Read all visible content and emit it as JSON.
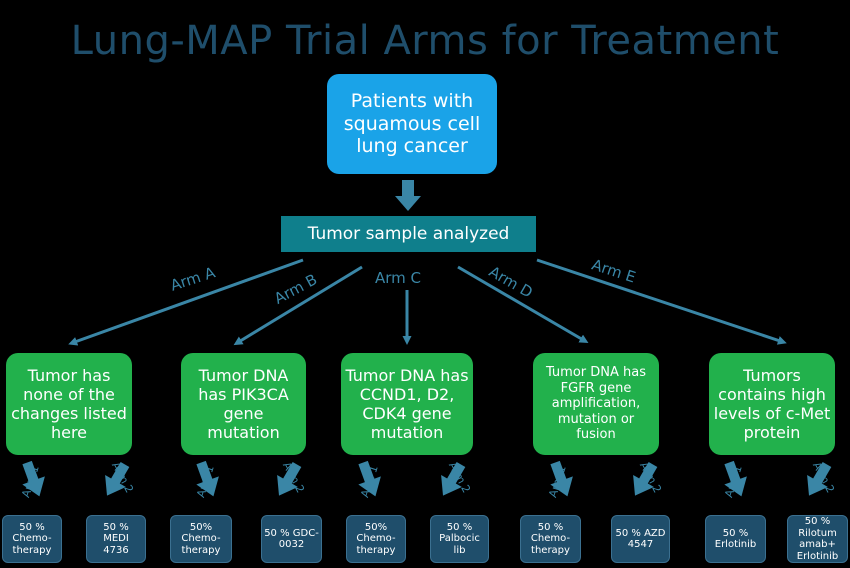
{
  "title": "Lung-MAP Trial Arms for Treatment",
  "root": "Patients with squamous cell lung cancer",
  "analyzed": "Tumor sample analyzed",
  "colors": {
    "title": "#1F4E6B",
    "root_box": "#1AA3E8",
    "analyzed_box": "#0F7F8C",
    "group_box": "#22B14C",
    "leaf_box": "#1F4E6B",
    "arrow": "#3A86A6",
    "background": "#000000"
  },
  "arms": [
    {
      "label": "Arm A",
      "description": "Tumor has none of the changes listed here",
      "sub_arms": [
        {
          "label": "Arm 1",
          "treatment": "50 % Chemo-therapy"
        },
        {
          "label": "Arm 2",
          "treatment": "50 % MEDI 4736"
        }
      ]
    },
    {
      "label": "Arm B",
      "description": "Tumor DNA has PIK3CA gene mutation",
      "sub_arms": [
        {
          "label": "Arm 1",
          "treatment": "50% Chemo-therapy"
        },
        {
          "label": "Arm 2",
          "treatment": "50 % GDC-0032"
        }
      ]
    },
    {
      "label": "Arm C",
      "description": "Tumor DNA has CCND1, D2, CDK4 gene mutation",
      "sub_arms": [
        {
          "label": "Arm 1",
          "treatment": "50% Chemo-therapy"
        },
        {
          "label": "Arm 2",
          "treatment": "50 % Palbocic lib"
        }
      ]
    },
    {
      "label": "Arm D",
      "description": "Tumor DNA has FGFR gene amplification, mutation or fusion",
      "sub_arms": [
        {
          "label": "Arm 1",
          "treatment": "50 % Chemo-therapy"
        },
        {
          "label": "Arm 2",
          "treatment": "50 % AZD 4547"
        }
      ]
    },
    {
      "label": "Arm E",
      "description": "Tumors contains high levels of c-Met protein",
      "sub_arms": [
        {
          "label": "Arm 1",
          "treatment": "50 % Erlotinib"
        },
        {
          "label": "Arm 2",
          "treatment": "50 % Rilotum amab+ Erlotinib"
        }
      ]
    }
  ]
}
